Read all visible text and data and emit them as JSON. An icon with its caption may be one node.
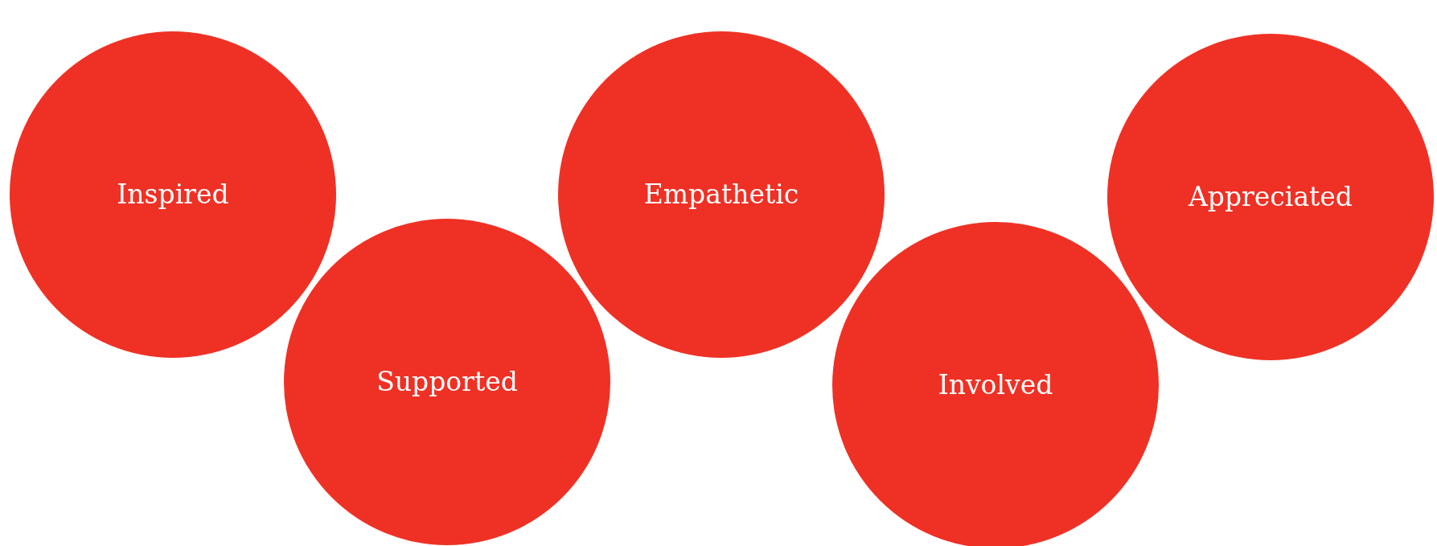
{
  "diagram": {
    "nodes": [
      {
        "text": [
          "Inspired"
        ]
      },
      {
        "text": [
          "Supported"
        ]
      },
      {
        "text": [
          "Empathetic"
        ]
      },
      {
        "text": [
          "Involved"
        ]
      },
      {
        "text": [
          "Appreciated"
        ]
      }
    ]
  }
}
